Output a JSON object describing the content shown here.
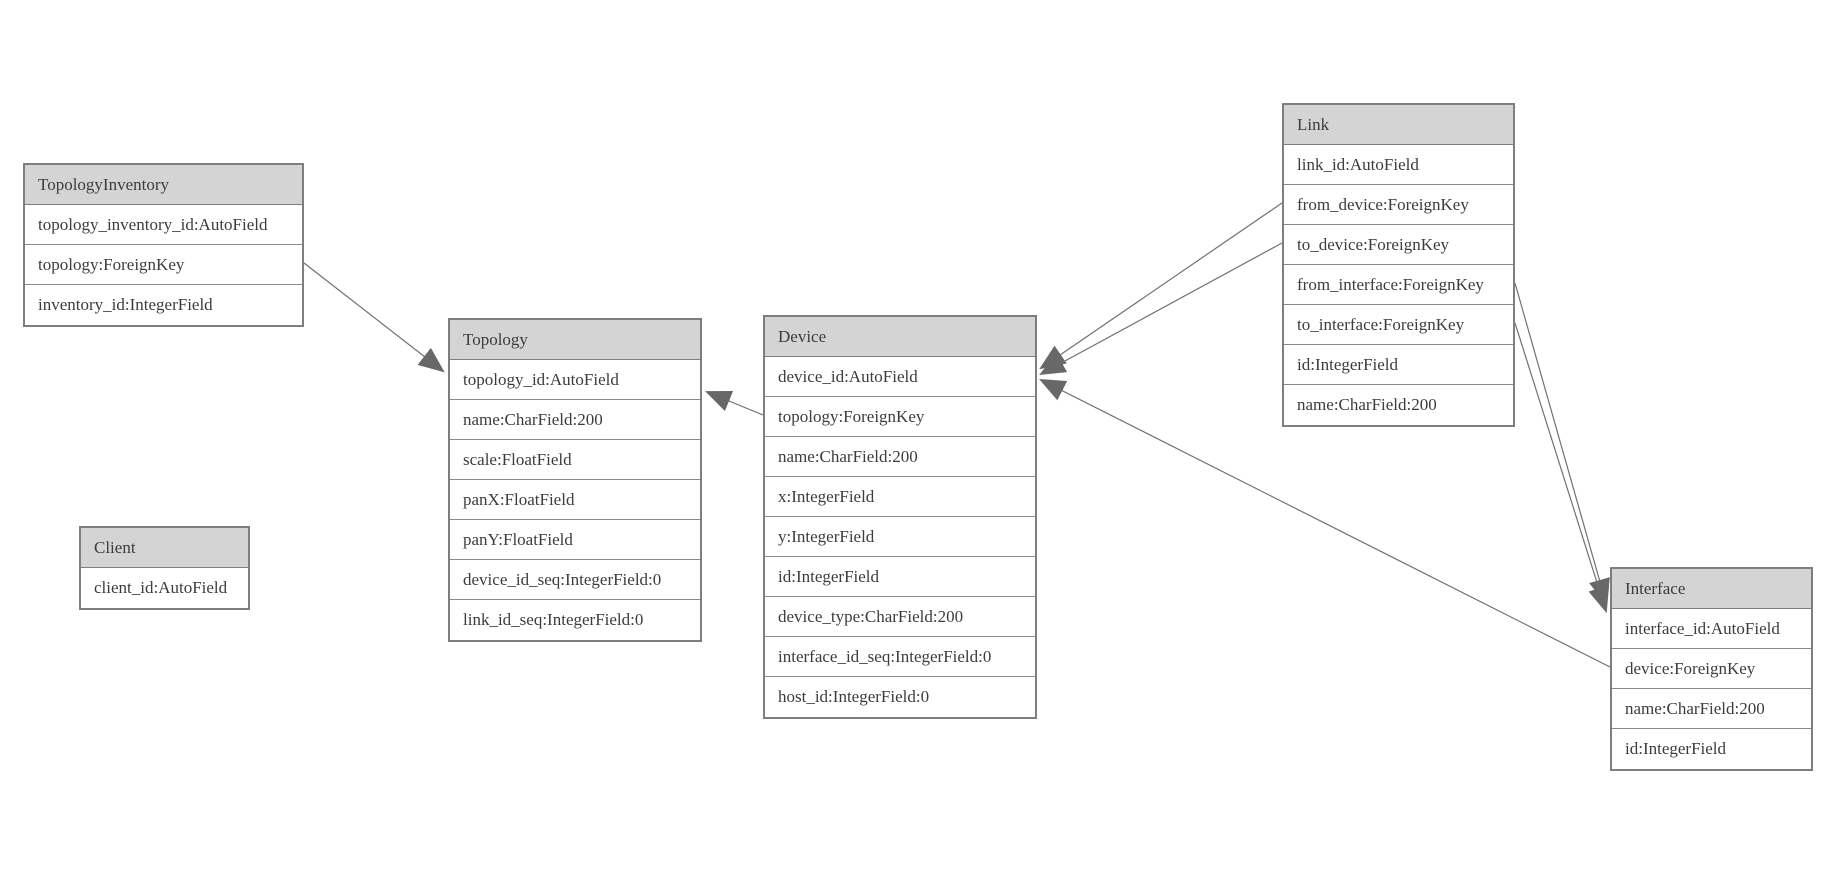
{
  "diagram": {
    "background_color": "#ffffff",
    "header_fill_color": "#d4d4d4",
    "border_color": "#7e7e7e",
    "edge_color": "#707070",
    "arrowhead_color": "#686868",
    "tables": [
      {
        "name": "TopologyInventory",
        "rows": [
          "topology_inventory_id:AutoField",
          "topology:ForeignKey",
          "inventory_id:IntegerField"
        ]
      },
      {
        "name": "Topology",
        "rows": [
          "topology_id:AutoField",
          "name:CharField:200",
          "scale:FloatField",
          "panX:FloatField",
          "panY:FloatField",
          "device_id_seq:IntegerField:0",
          "link_id_seq:IntegerField:0"
        ]
      },
      {
        "name": "Client",
        "rows": [
          "client_id:AutoField"
        ]
      },
      {
        "name": "Device",
        "rows": [
          "device_id:AutoField",
          "topology:ForeignKey",
          "name:CharField:200",
          "x:IntegerField",
          "y:IntegerField",
          "id:IntegerField",
          "device_type:CharField:200",
          "interface_id_seq:IntegerField:0",
          "host_id:IntegerField:0"
        ]
      },
      {
        "name": "Link",
        "rows": [
          "link_id:AutoField",
          "from_device:ForeignKey",
          "to_device:ForeignKey",
          "from_interface:ForeignKey",
          "to_interface:ForeignKey",
          "id:IntegerField",
          "name:CharField:200"
        ]
      },
      {
        "name": "Interface",
        "rows": [
          "interface_id:AutoField",
          "device:ForeignKey",
          "name:CharField:200",
          "id:IntegerField"
        ]
      }
    ],
    "relations": [
      {
        "from": "TopologyInventory.topology",
        "to": "Topology"
      },
      {
        "from": "Device.topology",
        "to": "Topology"
      },
      {
        "from": "Link.from_device",
        "to": "Device"
      },
      {
        "from": "Link.to_device",
        "to": "Device"
      },
      {
        "from": "Link.from_interface",
        "to": "Interface"
      },
      {
        "from": "Link.to_interface",
        "to": "Interface"
      },
      {
        "from": "Interface.device",
        "to": "Device"
      }
    ]
  }
}
